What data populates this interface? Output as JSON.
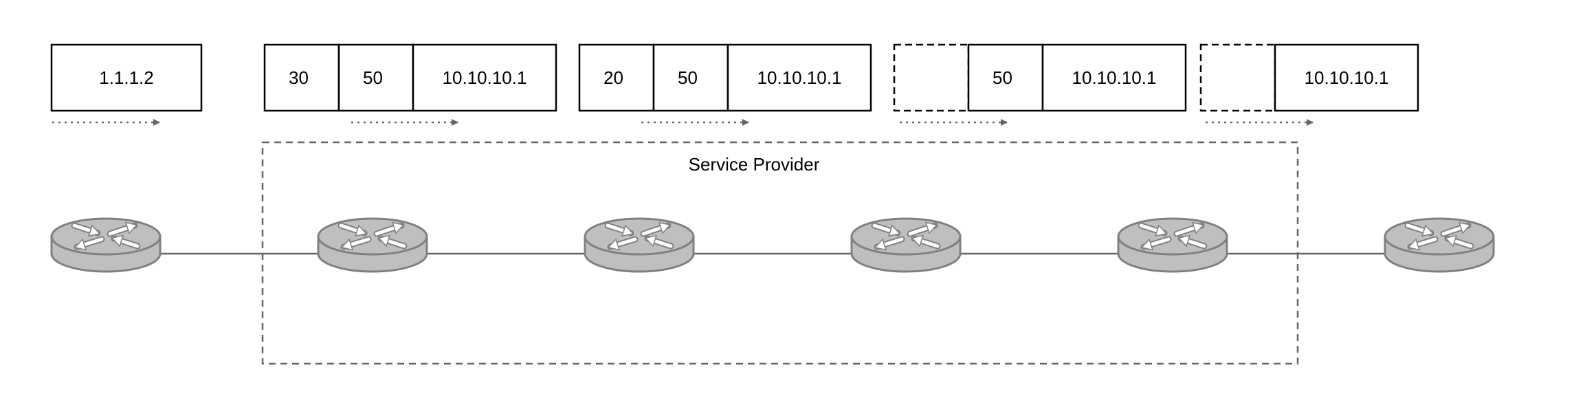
{
  "colors": {
    "line": "#666666",
    "box_stroke": "#000000",
    "router_fill": "#bfbfbf",
    "router_stroke": "#808080",
    "router_arrow": "#ffffff",
    "arrow": "#666666"
  },
  "region": {
    "label": "Service Provider"
  },
  "routers": [
    {
      "id": "r1",
      "icon": "router-icon"
    },
    {
      "id": "r2",
      "icon": "router-icon"
    },
    {
      "id": "r3",
      "icon": "router-icon"
    },
    {
      "id": "r4",
      "icon": "router-icon"
    },
    {
      "id": "r5",
      "icon": "router-icon"
    },
    {
      "id": "r6",
      "icon": "router-icon"
    }
  ],
  "packets": [
    {
      "name": "packet-1",
      "cells": [
        "",
        "",
        "1.1.1.2"
      ],
      "removed": [
        false,
        false,
        false
      ]
    },
    {
      "name": "packet-2",
      "cells": [
        "30",
        "50",
        "10.10.10.1"
      ],
      "removed": [
        false,
        false,
        false
      ]
    },
    {
      "name": "packet-3",
      "cells": [
        "20",
        "50",
        "10.10.10.1"
      ],
      "removed": [
        false,
        false,
        false
      ]
    },
    {
      "name": "packet-4",
      "cells": [
        "",
        "50",
        "10.10.10.1"
      ],
      "removed": [
        true,
        false,
        false
      ]
    },
    {
      "name": "packet-5",
      "cells": [
        "",
        "",
        "10.10.10.1"
      ],
      "removed": [
        true,
        true,
        false
      ]
    }
  ]
}
